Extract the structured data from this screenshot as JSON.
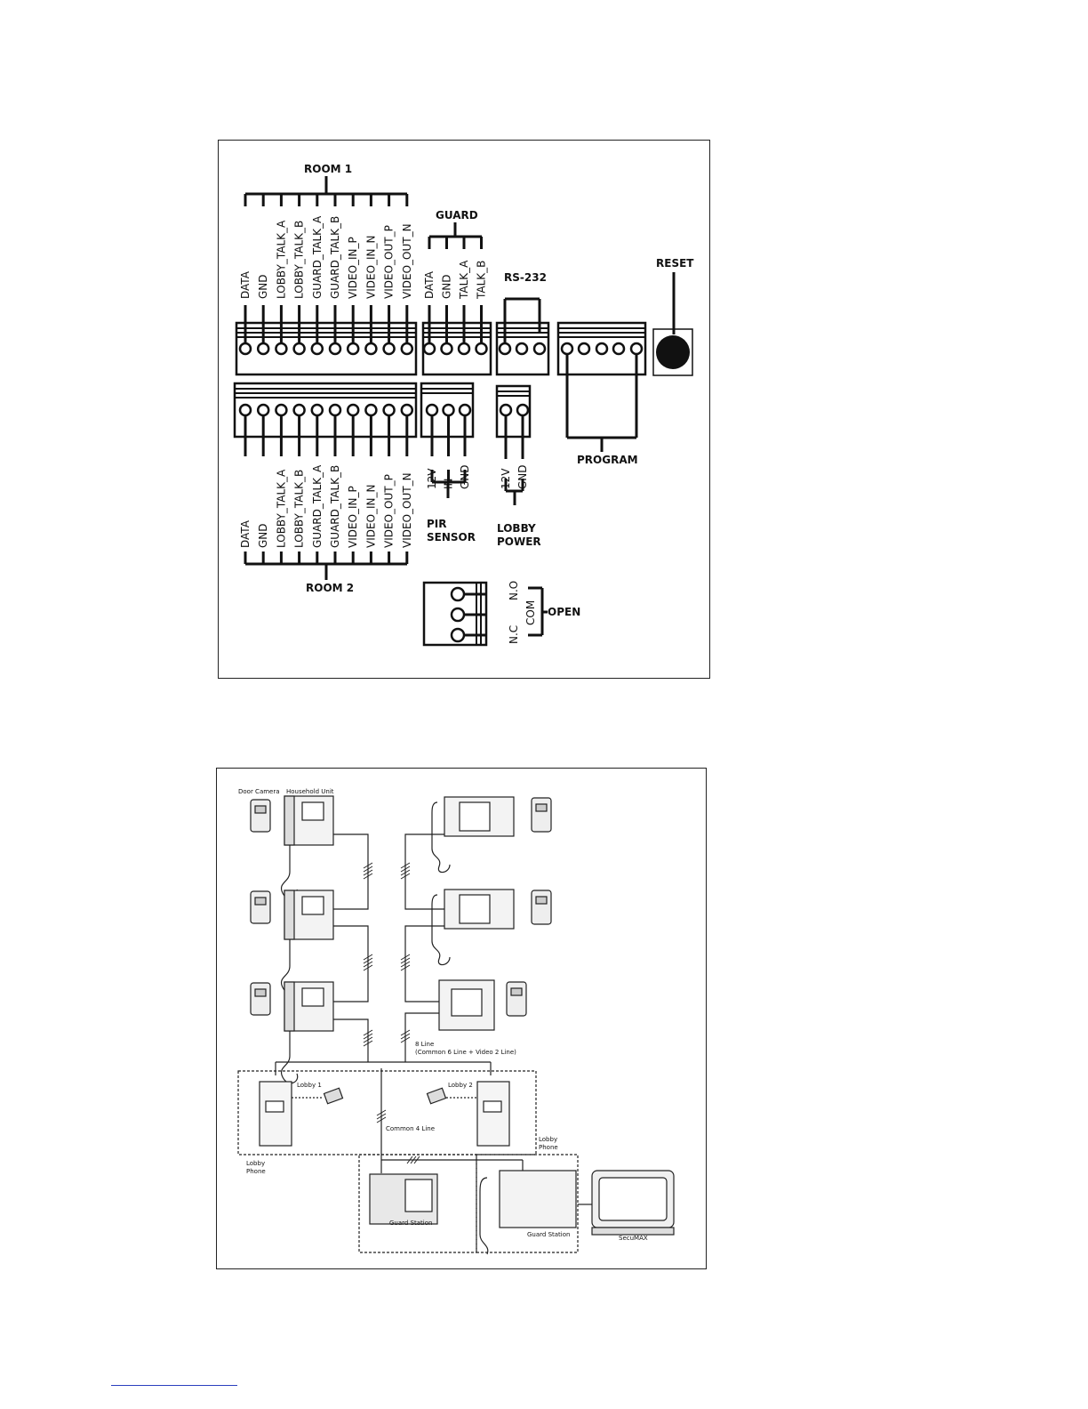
{
  "terminal_diagram": {
    "room1": {
      "title": "ROOM 1",
      "pins": [
        "DATA",
        "GND",
        "LOBBY_TALK_A",
        "LOBBY_TALK_B",
        "GUARD_TALK_A",
        "GUARD_TALK_B",
        "VIDEO_IN_P",
        "VIDEO_IN_N",
        "VIDEO_OUT_P",
        "VIDEO_OUT_N"
      ]
    },
    "room2": {
      "title": "ROOM 2",
      "pins": [
        "DATA",
        "GND",
        "LOBBY_TALK_A",
        "LOBBY_TALK_B",
        "GUARD_TALK_A",
        "GUARD_TALK_B",
        "VIDEO_IN_P",
        "VIDEO_IN_N",
        "VIDEO_OUT_P",
        "VIDEO_OUT_N"
      ]
    },
    "guard": {
      "title": "GUARD",
      "pins": [
        "DATA",
        "GND",
        "TALK_A",
        "TALK_B"
      ]
    },
    "rs232": {
      "title": "RS-232"
    },
    "reset": {
      "title": "RESET"
    },
    "program": {
      "title": "PROGRAM"
    },
    "pir": {
      "title_line1": "PIR",
      "title_line2": "SENSOR",
      "pins": [
        "12V",
        "IN",
        "GND"
      ]
    },
    "lobby_power": {
      "title_line1": "LOBBY",
      "title_line2": "POWER",
      "pins": [
        "12V",
        "GND"
      ]
    },
    "open": {
      "title": "OPEN",
      "pins": [
        "N.O",
        "COM",
        "N.C"
      ]
    }
  },
  "system_diagram": {
    "door_camera": "Door Camera",
    "household_unit": "Household Unit",
    "eight_line_1": "8 Line",
    "eight_line_2": "(Common 6 Line + Video 2 Line)",
    "lobby1": "Lobby 1",
    "lobby2": "Lobby 2",
    "common4": "Common 4 Line",
    "lobby_phone_right_1": "Lobby",
    "lobby_phone_right_2": "Phone",
    "lobby_phone_left_1": "Lobby",
    "lobby_phone_left_2": "Phone",
    "guard_station_1": "Guard Station",
    "guard_station_2": "Guard Station",
    "secumax": "SecuMAX"
  },
  "colors": {
    "line": "#111111",
    "footer_link": "#2b3fbf"
  }
}
